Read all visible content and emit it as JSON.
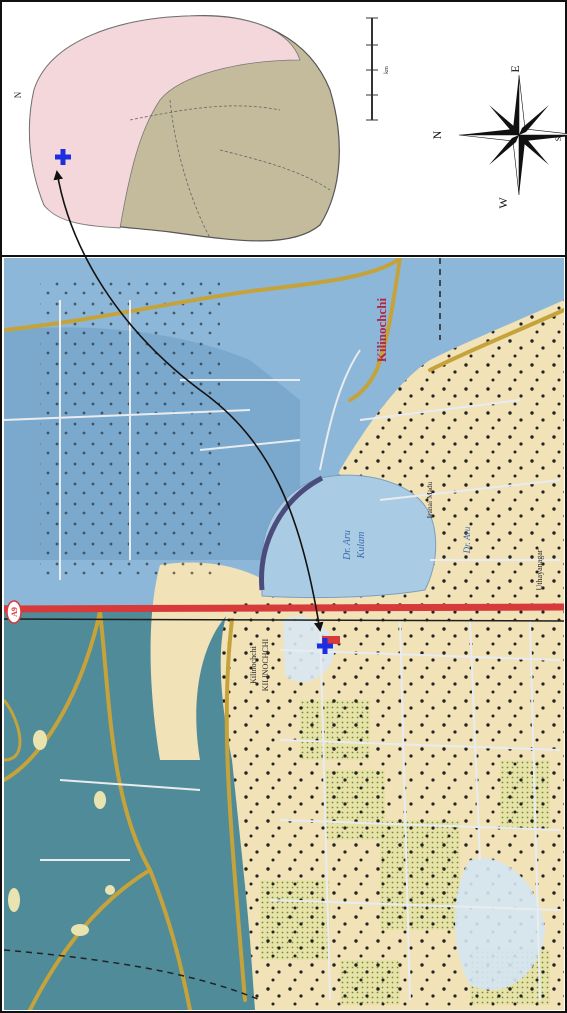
{
  "map": {
    "labels": {
      "town": "Kilinochchi",
      "road": "A9",
      "tank_line1": "Dr. Aru",
      "tank_line2": "Kulam",
      "river": "Dr. Aru",
      "area1": "Kilinochchi",
      "area2": "KILINOCHCHI",
      "place_top_right": "Iranai Madu",
      "place_bottom": "Uthayanagar"
    }
  },
  "inset": {
    "north_arrow": "N",
    "scale_label": "km"
  },
  "compass": {
    "n": "N",
    "e": "E",
    "s": "S",
    "w": "W"
  },
  "colors": {
    "forest": "#4f8b98",
    "water": "#8cb7d8",
    "land": "#f1e2b8",
    "road": "#d63a3a",
    "yellow_road": "#c6a33a",
    "marker": "#1d2ee0",
    "inset_land": "#c3bb9c",
    "inset_pink": "#f3d7da"
  }
}
